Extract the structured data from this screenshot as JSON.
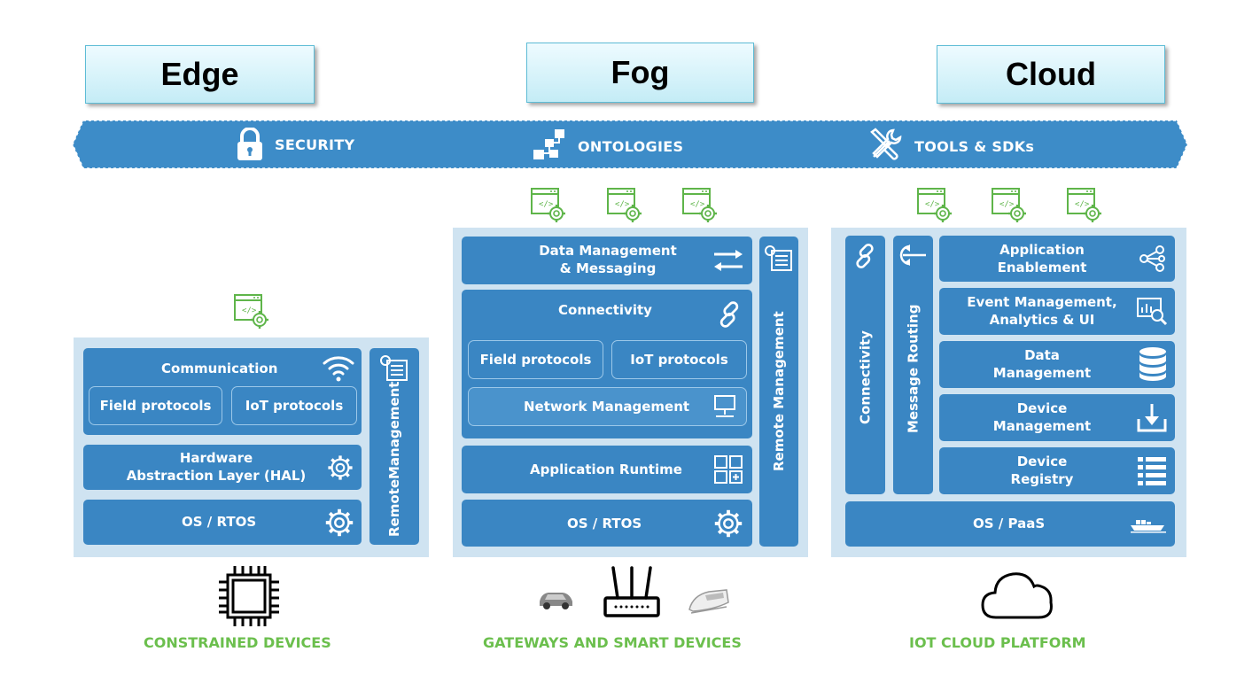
{
  "headers": {
    "edge": "Edge",
    "fog": "Fog",
    "cloud": "Cloud"
  },
  "band": {
    "security": "SECURITY",
    "ontologies": "ONTOLOGIES",
    "tools": "TOOLS & SDKs"
  },
  "edge": {
    "communication": "Communication",
    "field_protocols": "Field protocols",
    "iot_protocols": "IoT protocols",
    "hal_line1": "Hardware",
    "hal_line2": "Abstraction Layer (HAL)",
    "os": "OS / RTOS",
    "remote_line1": "Remote",
    "remote_line2": "Management",
    "caption": "CONSTRAINED DEVICES"
  },
  "fog": {
    "data_mgmt_line1": "Data Management",
    "data_mgmt_line2": "& Messaging",
    "connectivity": "Connectivity",
    "field_protocols": "Field protocols",
    "iot_protocols": "IoT protocols",
    "network_mgmt": "Network Management",
    "app_runtime": "Application Runtime",
    "os": "OS / RTOS",
    "remote": "Remote Management",
    "caption": "GATEWAYS AND SMART DEVICES"
  },
  "cloud": {
    "connectivity": "Connectivity",
    "message_routing": "Message Routing",
    "app_enablement_line1": "Application",
    "app_enablement_line2": "Enablement",
    "event_mgmt_line1": "Event Management,",
    "event_mgmt_line2": "Analytics & UI",
    "data_mgmt_line1": "Data",
    "data_mgmt_line2": "Management",
    "device_mgmt_line1": "Device",
    "device_mgmt_line2": "Management",
    "device_registry_line1": "Device",
    "device_registry_line2": "Registry",
    "os": "OS / PaaS",
    "caption": "IOT CLOUD PLATFORM"
  },
  "colors": {
    "block": "#3a86c3",
    "panel": "#cfe3f1",
    "band": "#3d8cc8",
    "caption": "#6bbf4d",
    "app_icon": "#5fb54a"
  },
  "icons": [
    "lock-icon",
    "ontology-icon",
    "tools-icon",
    "app-settings-icon",
    "wifi-icon",
    "chip-gear-icon",
    "gear-icon",
    "arrows-icon",
    "link-icon",
    "network-icon",
    "grid-plus-icon",
    "route-icon",
    "share-icon",
    "analytics-icon",
    "database-icon",
    "download-icon",
    "list-icon",
    "ship-icon",
    "cpu-icon",
    "car-icon",
    "router-icon",
    "train-icon",
    "cloud-icon"
  ]
}
